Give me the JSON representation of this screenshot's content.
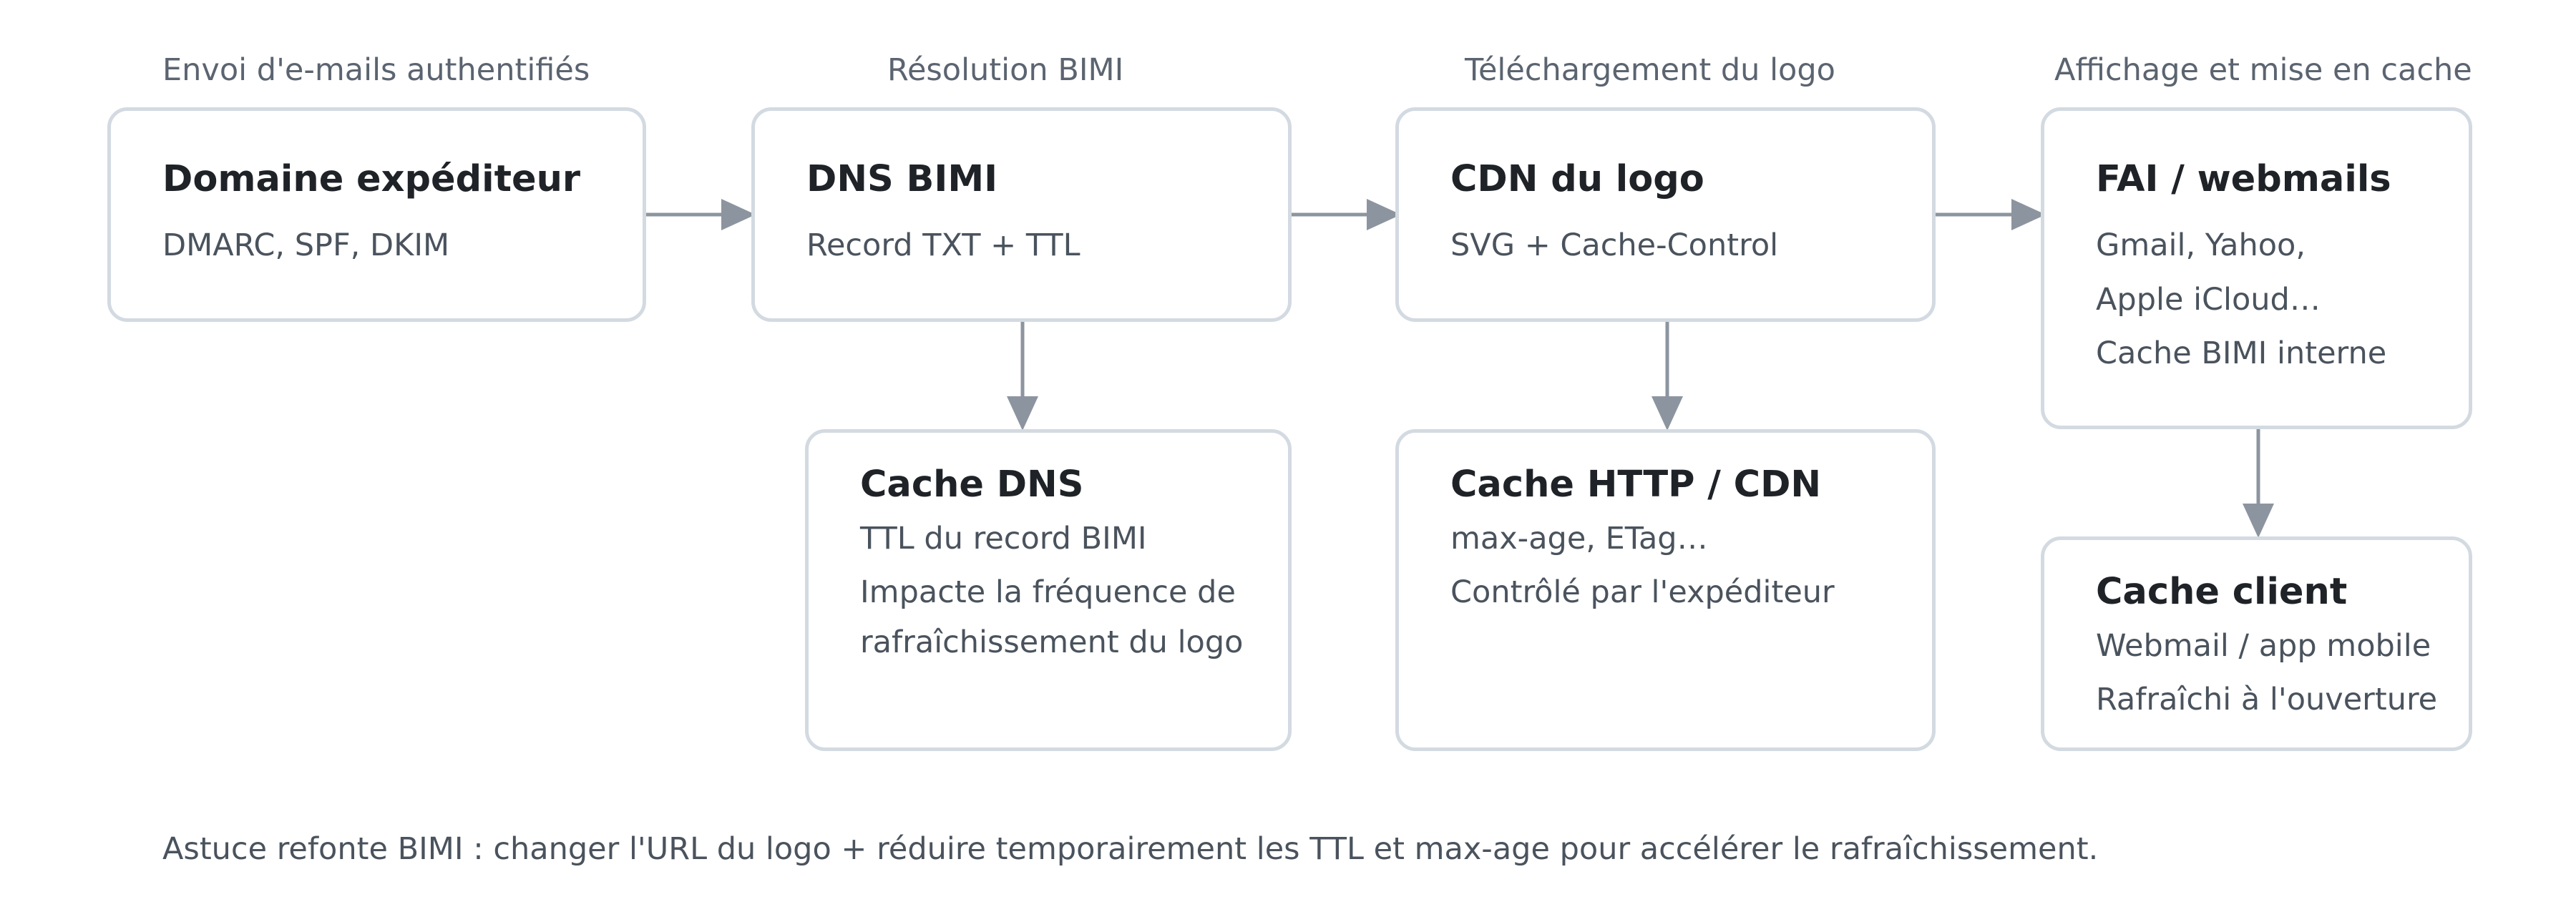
{
  "stages": [
    {
      "label": "Envoi d'e-mails authentifiés"
    },
    {
      "label": "Résolution BIMI"
    },
    {
      "label": "Téléchargement du logo"
    },
    {
      "label": "Affichage et mise en cache"
    }
  ],
  "nodes": {
    "domaine": {
      "title": "Domaine expéditeur",
      "lines": [
        "DMARC, SPF, DKIM"
      ]
    },
    "dns": {
      "title": "DNS BIMI",
      "lines": [
        "Record TXT + TTL"
      ]
    },
    "cdn": {
      "title": "CDN du logo",
      "lines": [
        "SVG + Cache-Control"
      ]
    },
    "fai": {
      "title": "FAI / webmails",
      "lines": [
        "Gmail, Yahoo,",
        "Apple iCloud…",
        "Cache BIMI interne"
      ]
    },
    "cache_dns": {
      "title": "Cache DNS",
      "lines": [
        "TTL du record BIMI",
        "Impacte la fréquence de",
        "rafraîchissement du logo"
      ]
    },
    "cache_http": {
      "title": "Cache HTTP / CDN",
      "lines": [
        "max-age, ETag…",
        "Contrôlé par l'expéditeur"
      ]
    },
    "cache_client": {
      "title": "Cache client",
      "lines": [
        "Webmail / app mobile",
        "Rafraîchi à l'ouverture"
      ]
    }
  },
  "footnote": "Astuce refonte BIMI : changer l'URL du logo + réduire temporairement les TTL et max-age pour accélérer le rafraîchissement.",
  "colors": {
    "arrow": "#8c959f",
    "border": "#d3dae1",
    "title": "#1f2328",
    "text": "#4a535d",
    "stage": "#5b6470"
  }
}
